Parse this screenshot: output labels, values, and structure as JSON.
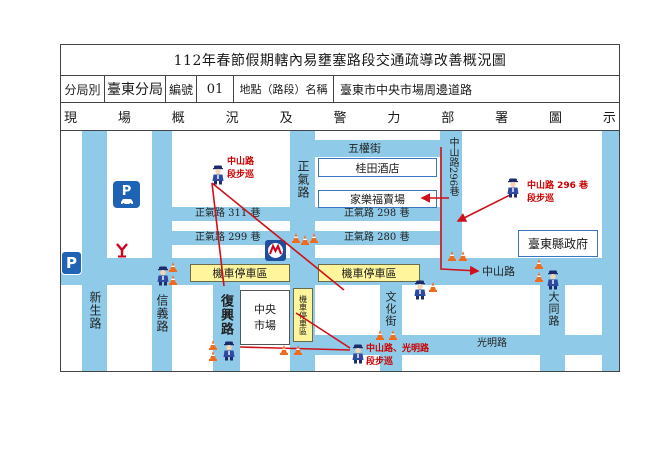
{
  "document": {
    "title": "112年春節假期轄內易壅塞路段交通疏導改善概況圖",
    "info_row": {
      "branch_label": "分局別",
      "branch_value": "臺東分局",
      "number_label": "編號",
      "number_value": "01",
      "location_label": "地點（路段）名稱",
      "location_value": "臺東市中央市場周邊道路"
    },
    "section_heading": [
      "現",
      "場",
      "概",
      "況",
      "及",
      "警",
      "力",
      "部",
      "署",
      "圖",
      "示"
    ]
  },
  "map": {
    "road_labels": {
      "wuquan_street": "五權街",
      "zhengqi_road": "正氣路",
      "zhongshan_lane_296": "中山路296巷",
      "zhengqi_lane_311": "正氣路 311 巷",
      "zhengqi_lane_299": "正氣路 299 巷",
      "zhengqi_lane_298": "正氣路 298 巷",
      "zhengqi_lane_280": "正氣路 280 巷",
      "zhongshan_road": "中山路",
      "xinsheng_road": "新生路",
      "xinyi_road": "信義路",
      "fuxing_road": "復興路",
      "wenhua_street": "文化街",
      "datong_road": "大同路",
      "guangming_road": "光明路"
    },
    "buildings": {
      "guitian_hotel": "桂田酒店",
      "carrefour": "家樂福賣場",
      "county_government": "臺東縣政府",
      "central_market_line1": "中央",
      "central_market_line2": "市場"
    },
    "motorcycle_parking": [
      "機車停車區",
      "機車停車區",
      "機車停車區"
    ],
    "parking_sign": "P",
    "patrol_labels": [
      {
        "line1": "中山路",
        "line2": "段步巡"
      },
      {
        "line1": "中山路 296 巷",
        "line2": "段步巡"
      },
      {
        "line1": "中山路、光明路",
        "line2": "段步巡"
      }
    ],
    "icons": [
      "parking-car-icon",
      "parking-icon",
      "landmark-icon",
      "store-logo-icon",
      "police-officer-icon",
      "traffic-cone-icon"
    ],
    "colors": {
      "road": "#8fcbe9",
      "patrol": "#cc0000",
      "building_border": "#3a76c0",
      "parking_zone": "#fff59d"
    }
  }
}
